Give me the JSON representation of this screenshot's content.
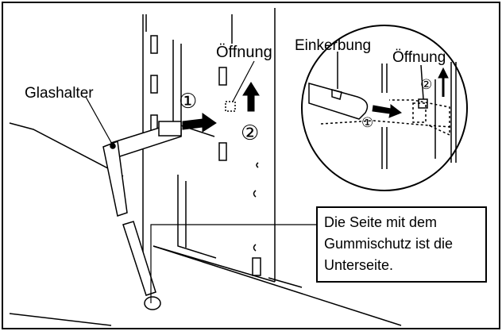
{
  "labels": {
    "glass_holder": "Glashalter",
    "opening_main": "Öffnung",
    "notch": "Einkerbung",
    "opening_zoom": "Öffnung"
  },
  "steps": {
    "step1_main": "①",
    "step2_main": "②",
    "step1_zoom": "①",
    "step2_zoom": "②"
  },
  "note": {
    "line1": "Die Seite mit dem",
    "line2": "Gummischutz ist die",
    "line3": "Unterseite."
  }
}
